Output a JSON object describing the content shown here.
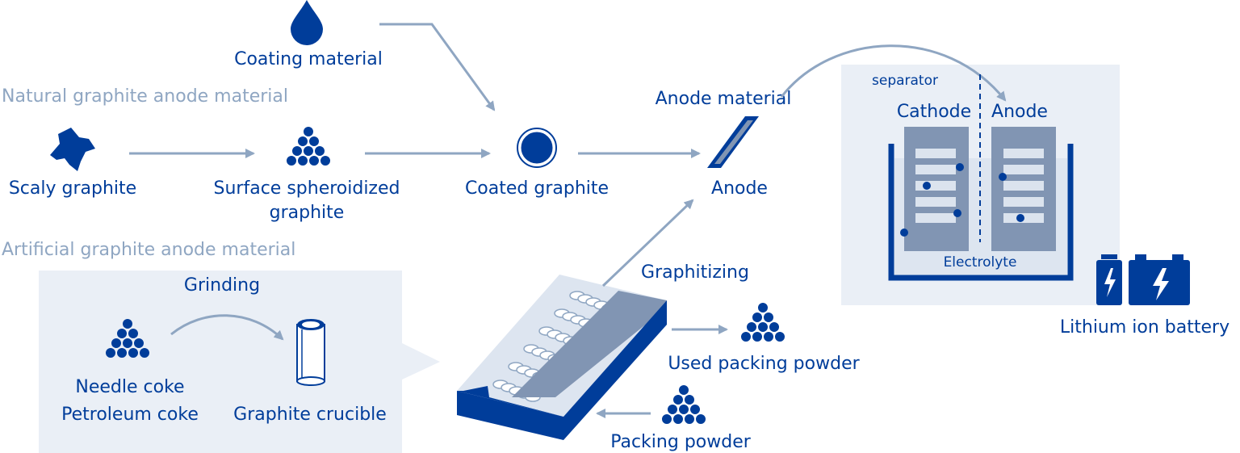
{
  "sections": {
    "natural": "Natural graphite anode material",
    "artificial": "Artificial graphite anode material"
  },
  "labels": {
    "coating_material": "Coating material",
    "scaly_graphite": "Scaly graphite",
    "surface_spheroidized_1": "Surface spheroidized",
    "surface_spheroidized_2": "graphite",
    "coated_graphite": "Coated graphite",
    "anode_material": "Anode material",
    "anode": "Anode",
    "grinding": "Grinding",
    "needle_coke": "Needle coke",
    "petroleum_coke": "Petroleum coke",
    "graphite_crucible": "Graphite crucible",
    "graphitizing": "Graphitizing",
    "used_packing_powder": "Used packing powder",
    "packing_powder": "Packing powder",
    "lithium_ion_battery": "Lithium ion battery"
  },
  "battery": {
    "separator": "separator",
    "cathode": "Cathode",
    "anode": "Anode",
    "electrolyte": "Electrolyte"
  },
  "colors": {
    "primary": "#003d9a",
    "arrow": "#8fa6c2",
    "panel": "#eaeff6",
    "electrode": "#8195b3"
  }
}
